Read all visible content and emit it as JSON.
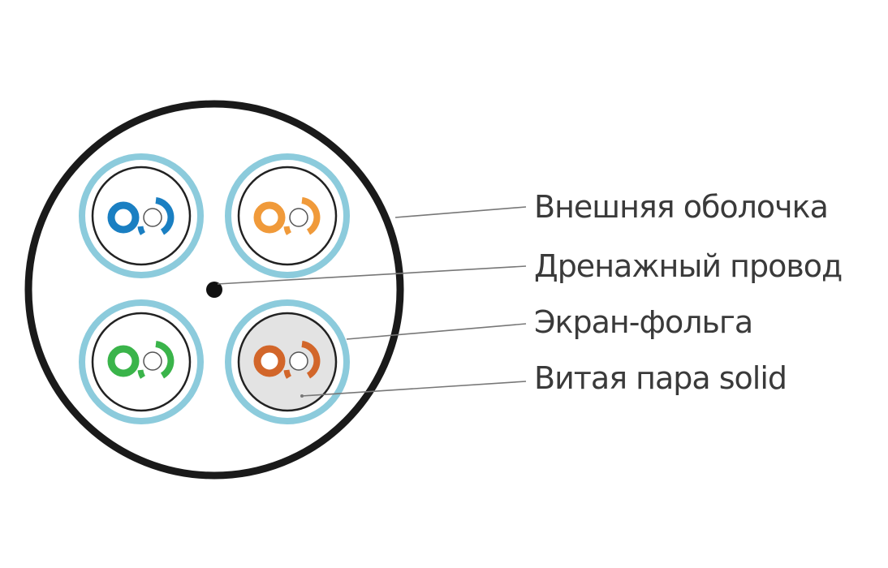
{
  "labels": {
    "outer_jacket": "Внешняя оболочка",
    "drain_wire": "Дренажный провод",
    "foil_shield": "Экран-фольга",
    "twisted_pair": "Витая пара solid"
  },
  "colors": {
    "background": "#ffffff",
    "jacket": "#1a1a1a",
    "foil": "#8ccbdc",
    "leader": "#777777",
    "text": "#3a3a3a",
    "pair_blue": "#1a7fc2",
    "pair_orange": "#f09a3a",
    "pair_green": "#3ab44a",
    "pair_brown": "#d2662a",
    "highlight_fill": "#e3e3e3"
  },
  "pairs": [
    {
      "name": "blue",
      "color_key": "pair_blue"
    },
    {
      "name": "orange",
      "color_key": "pair_orange"
    },
    {
      "name": "green",
      "color_key": "pair_green"
    },
    {
      "name": "brown",
      "color_key": "pair_brown"
    }
  ]
}
